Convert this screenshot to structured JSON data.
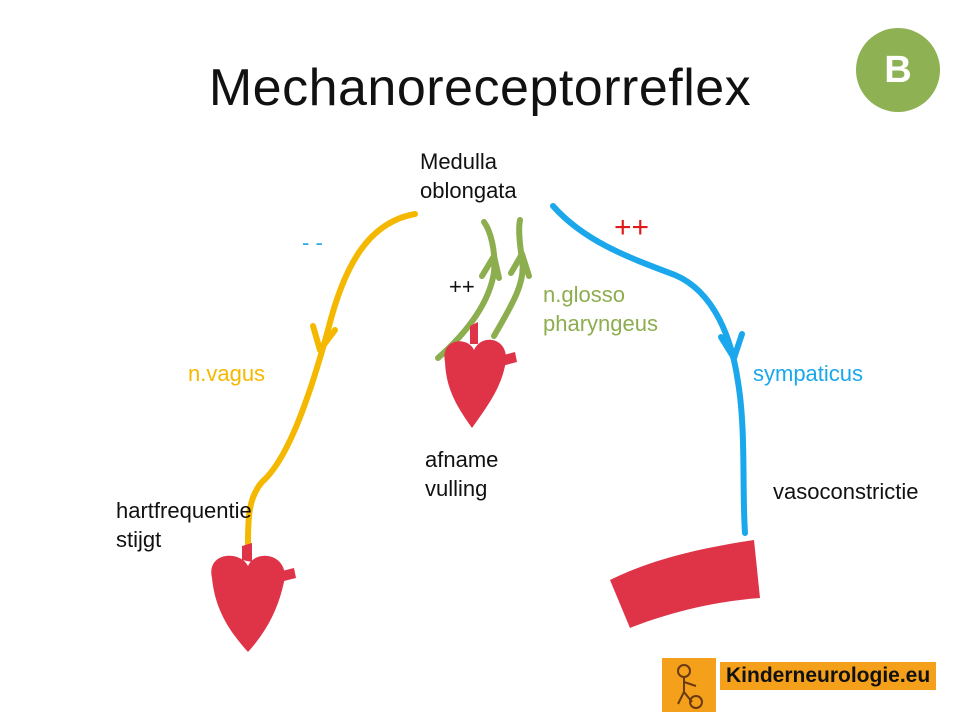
{
  "title": "Mechanoreceptorreflex",
  "badge": "B",
  "medulla": {
    "line1": "Medulla",
    "line2": "oblongata"
  },
  "vagus": {
    "sign": "- -",
    "label": "n.vagus",
    "color": "#f5b800"
  },
  "sympathicus": {
    "sign": "++",
    "label": "sympaticus",
    "color": "#1aa7ec"
  },
  "glossopharyngeus": {
    "sign": "++",
    "line1": "n.glosso",
    "line2": "pharyngeus",
    "color": "#8dae4f"
  },
  "afname": {
    "line1": "afname",
    "line2": "vulling"
  },
  "hartfrequentie": {
    "line1": "hartfrequentie",
    "line2": "stijgt"
  },
  "vaso": "vasoconstrictie",
  "logo": "Kinderneurologie.eu",
  "colors": {
    "heart": "#df3448",
    "badge": "#8db153",
    "logo_bg": "#f4a01b",
    "plus_red": "#e0191a"
  },
  "icons": [
    "heart-icon",
    "blood-vessel-icon",
    "logo-figure-icon"
  ]
}
